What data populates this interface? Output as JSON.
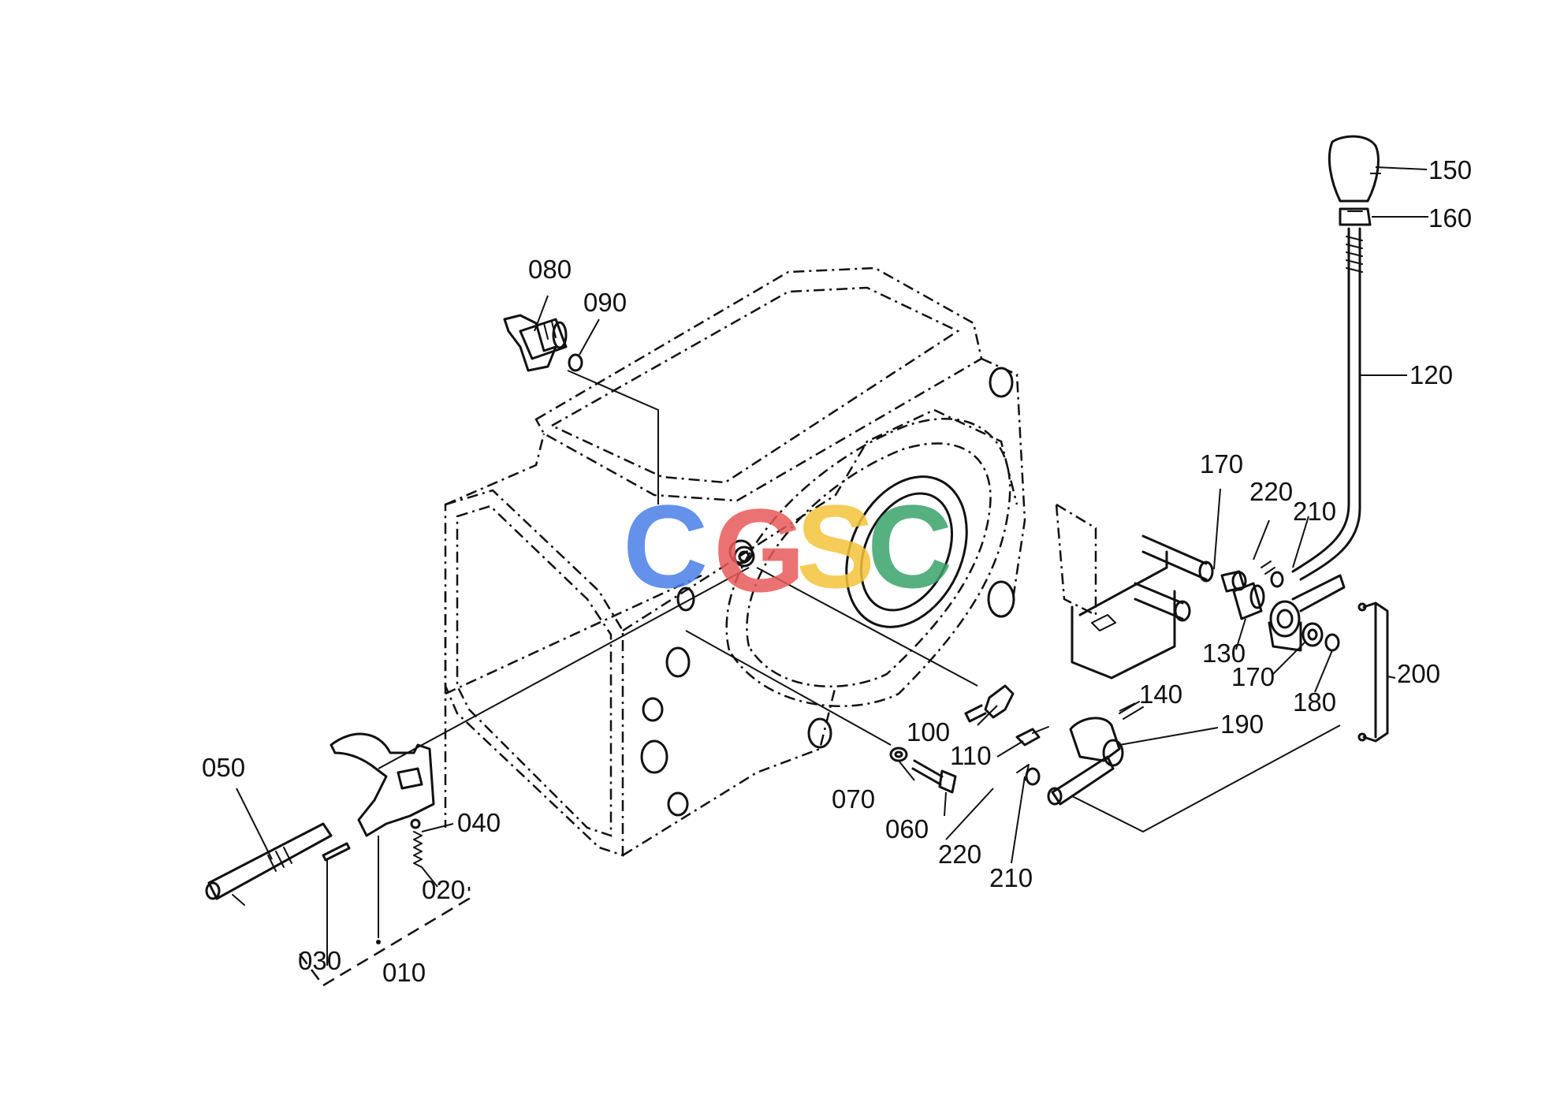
{
  "callouts": {
    "c010": "010",
    "c020": "020",
    "c030": "030",
    "c040": "040",
    "c050": "050",
    "c060": "060",
    "c070": "070",
    "c080": "080",
    "c090": "090",
    "c100": "100",
    "c110": "110",
    "c120": "120",
    "c130": "130",
    "c140": "140",
    "c150": "150",
    "c160": "160",
    "c170a": "170",
    "c170b": "170",
    "c180": "180",
    "c190": "190",
    "c200": "200",
    "c210a": "210",
    "c210b": "210",
    "c220a": "220",
    "c220b": "220"
  },
  "watermark": {
    "letters": [
      "C",
      "G",
      "S",
      "C"
    ],
    "colors": [
      "#4a7fe8",
      "#e85a5a",
      "#f3c43a",
      "#3aa36b"
    ]
  }
}
